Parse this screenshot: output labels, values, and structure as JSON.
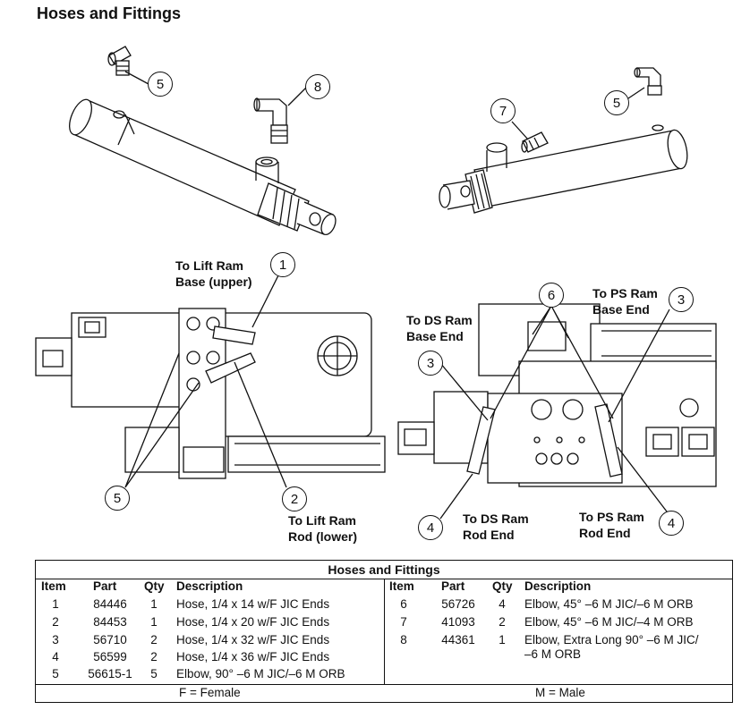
{
  "title": "Hoses and Fittings",
  "labels": {
    "lift_base": [
      "To Lift Ram",
      "Base (upper)"
    ],
    "lift_rod": [
      "To Lift Ram",
      "Rod (lower)"
    ],
    "ds_base": [
      "To DS Ram",
      "Base End"
    ],
    "ps_base": [
      "To PS Ram",
      "Base End"
    ],
    "ds_rod": [
      "To DS Ram",
      "Rod End"
    ],
    "ps_rod": [
      "To PS Ram",
      "Rod End"
    ]
  },
  "callouts": {
    "c5_top_left": "5",
    "c8": "8",
    "c7": "7",
    "c5_top_right": "5",
    "c1": "1",
    "c6": "6",
    "c3_right": "3",
    "c3_left": "3",
    "c5_lower": "5",
    "c2": "2",
    "c4_left": "4",
    "c4_right": "4"
  },
  "table": {
    "title": "Hoses and Fittings",
    "headers": {
      "item": "Item",
      "part": "Part",
      "qty": "Qty",
      "description": "Description"
    },
    "left_rows": [
      {
        "item": "1",
        "part": "84446",
        "qty": "1",
        "description": "Hose, 1/4 x 14 w/F JIC Ends"
      },
      {
        "item": "2",
        "part": "84453",
        "qty": "1",
        "description": "Hose, 1/4 x 20 w/F JIC Ends"
      },
      {
        "item": "3",
        "part": "56710",
        "qty": "2",
        "description": "Hose, 1/4 x 32 w/F JIC Ends"
      },
      {
        "item": "4",
        "part": "56599",
        "qty": "2",
        "description": "Hose, 1/4 x 36 w/F JIC Ends"
      },
      {
        "item": "5",
        "part": "56615-1",
        "qty": "5",
        "description": "Elbow, 90° –6 M JIC/–6 M ORB"
      }
    ],
    "right_rows": [
      {
        "item": "6",
        "part": "56726",
        "qty": "4",
        "description": "Elbow, 45° –6 M JIC/–6 M ORB"
      },
      {
        "item": "7",
        "part": "41093",
        "qty": "2",
        "description": "Elbow, 45° –6 M JIC/–4 M ORB"
      },
      {
        "item": "8",
        "part": "44361",
        "qty": "1",
        "description": "Elbow, Extra Long 90° –6 M JIC/",
        "description_cont": "–6 M ORB"
      }
    ],
    "footer_left": "F = Female",
    "footer_right": "M = Male"
  }
}
